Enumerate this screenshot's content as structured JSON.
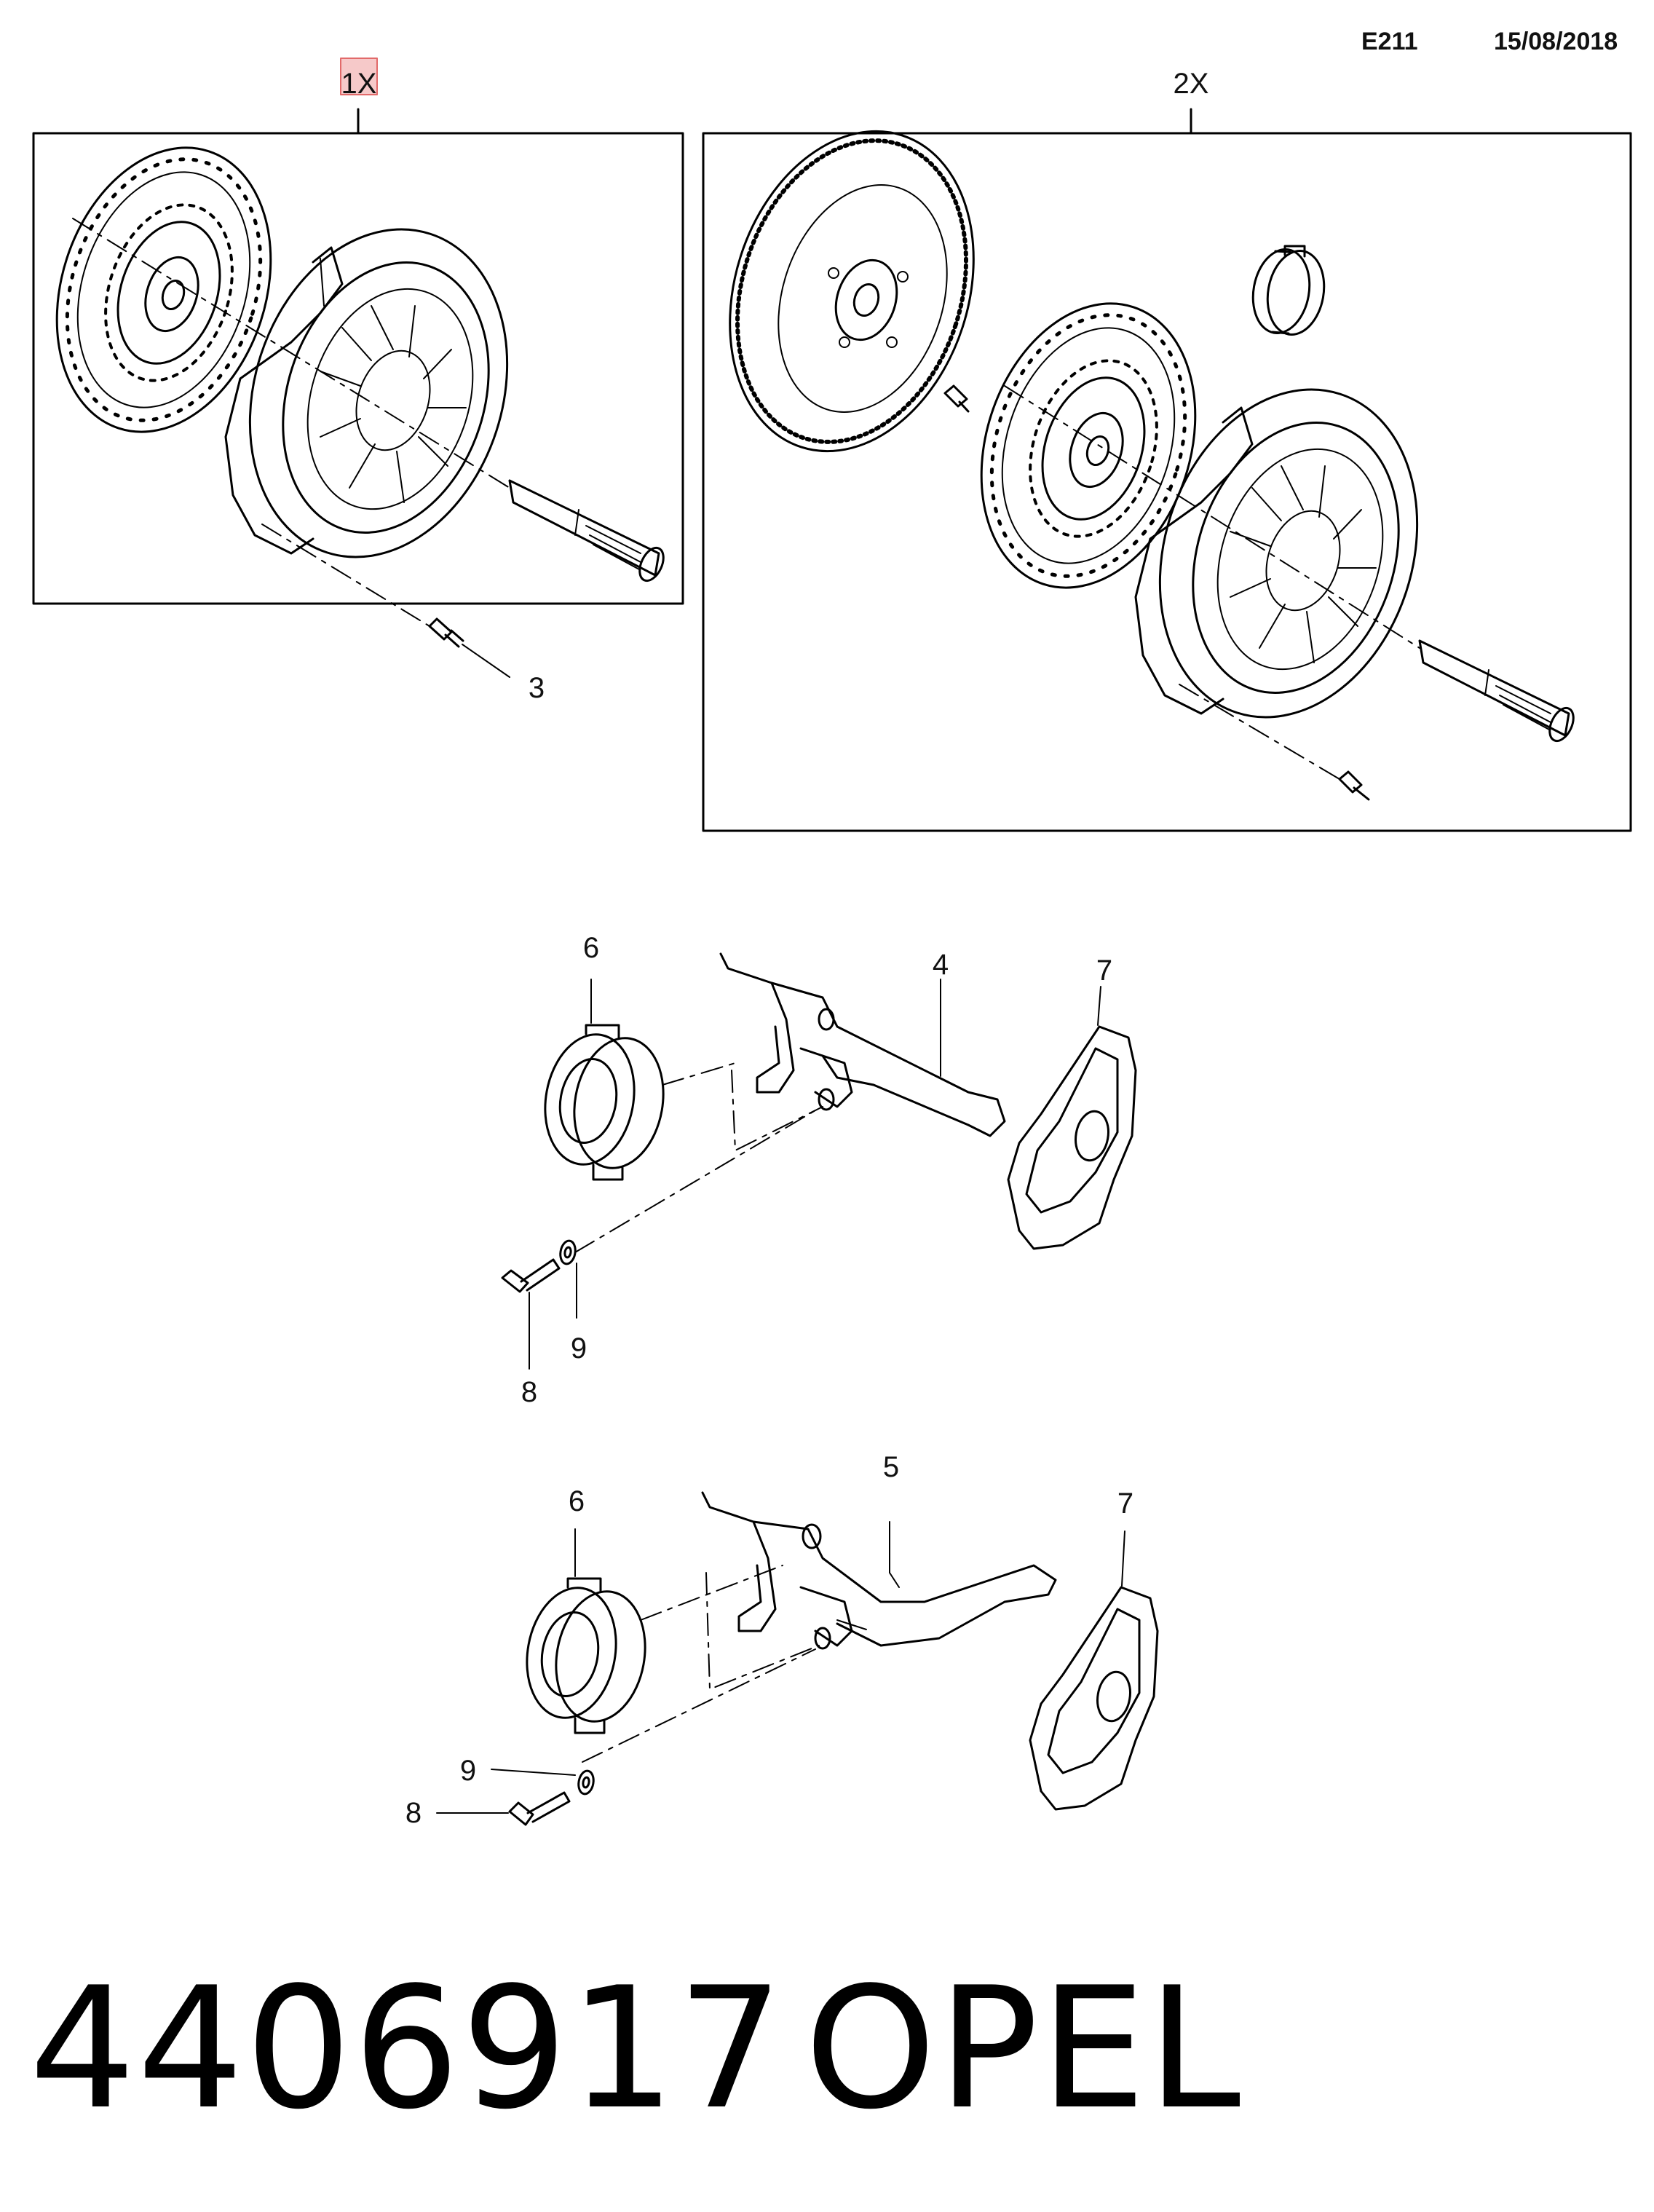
{
  "header": {
    "code": "E211",
    "date": "15/08/2018"
  },
  "groups": [
    {
      "label": "1X"
    },
    {
      "label": "2X"
    }
  ],
  "callouts": {
    "c3": "3",
    "c4": "4",
    "c5": "5",
    "c6a": "6",
    "c6b": "6",
    "c7a": "7",
    "c7b": "7",
    "c8a": "8",
    "c8b": "8",
    "c9a": "9",
    "c9b": "9"
  },
  "footer": {
    "part_number": "4406917",
    "brand": "OPEL"
  },
  "colors": {
    "line": "#000000",
    "highlight_fill": "#f6c9c9",
    "highlight_stroke": "#e26a6a"
  }
}
